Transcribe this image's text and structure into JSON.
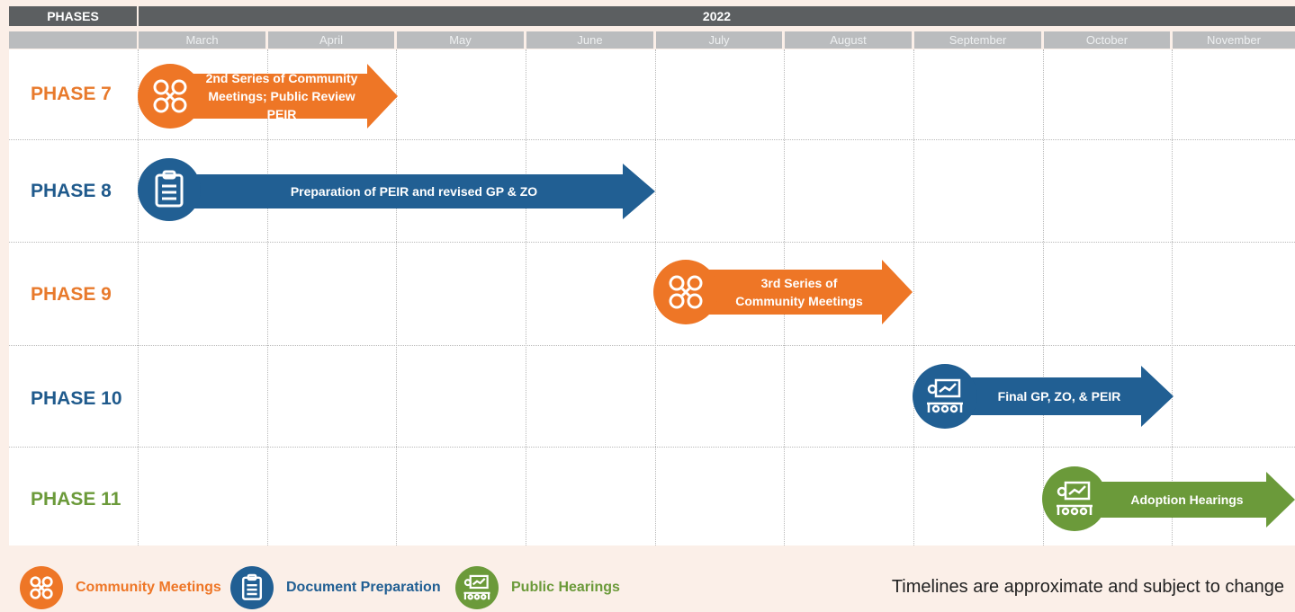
{
  "header": {
    "phases_label": "PHASES",
    "year": "2022"
  },
  "months": [
    "March",
    "April",
    "May",
    "June",
    "July",
    "August",
    "September",
    "October",
    "November"
  ],
  "phases": [
    {
      "label": "PHASE 7",
      "color": "#e87a2c"
    },
    {
      "label": "PHASE 8",
      "color": "#1f5a8c"
    },
    {
      "label": "PHASE 9",
      "color": "#e87a2c"
    },
    {
      "label": "PHASE 10",
      "color": "#1f5a8c"
    },
    {
      "label": "PHASE 11",
      "color": "#6b9a3a"
    }
  ],
  "bars": [
    {
      "lines": [
        "2nd Series of Community",
        "Meetings; Public Review PEIR"
      ],
      "type": "community-meetings",
      "color": "#ee7626"
    },
    {
      "lines": [
        "Preparation of PEIR and revised GP & ZO"
      ],
      "type": "document-preparation",
      "color": "#215f93"
    },
    {
      "lines": [
        "3rd Series of",
        "Community Meetings"
      ],
      "type": "community-meetings",
      "color": "#ee7626"
    },
    {
      "lines": [
        "Final GP, ZO, & PEIR"
      ],
      "type": "public-hearings",
      "color": "#215f93"
    },
    {
      "lines": [
        "Adoption Hearings"
      ],
      "type": "public-hearings",
      "color": "#6b9a3a"
    }
  ],
  "legend": [
    {
      "label": "Community Meetings",
      "icon": "community-meetings",
      "color": "#ee7626"
    },
    {
      "label": "Document Preparation",
      "icon": "document-preparation",
      "color": "#215f93"
    },
    {
      "label": "Public Hearings",
      "icon": "public-hearings",
      "color": "#6b9a3a"
    }
  ],
  "note": "Timelines are approximate and subject to change"
}
